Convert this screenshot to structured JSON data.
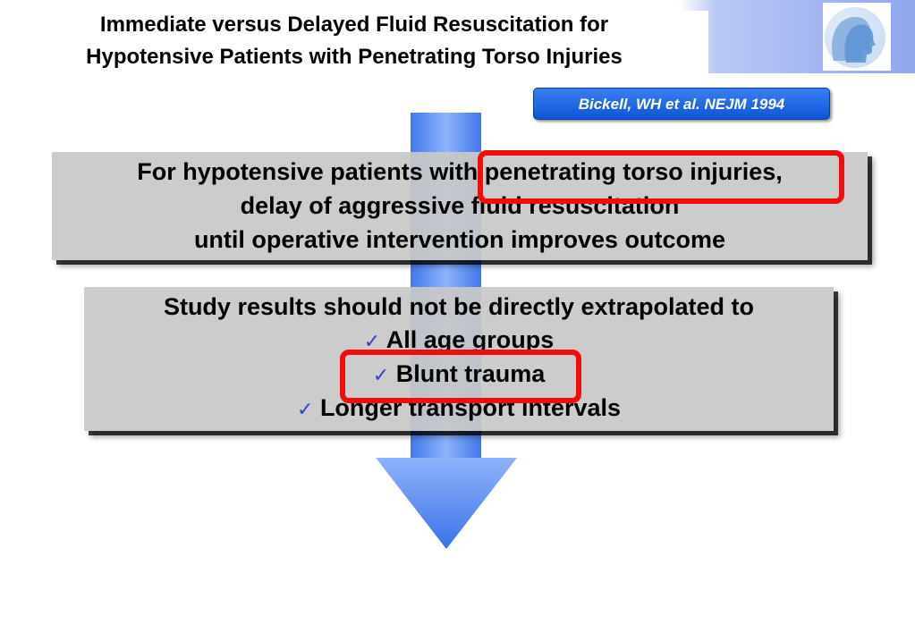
{
  "slide": {
    "title_line1": "Immediate versus Delayed Fluid Resuscitation for",
    "title_line2": "Hypotensive Patients with Penetrating Torso Injuries",
    "citation": "Bickell, WH et al. NEJM 1994",
    "conclusion_lines": [
      "For hypotensive patients with penetrating torso injuries,",
      "delay of aggressive fluid resuscitation",
      "until operative intervention improves outcome"
    ],
    "limitations_heading": "Study results should not be directly extrapolated to",
    "limitations": [
      "All age groups",
      "Blunt trauma",
      "Longer transport intervals"
    ],
    "check_mark": "✓"
  },
  "colors": {
    "highlight": "#f20d0d",
    "arrow": "#5a8ef5",
    "citation_bg": "#1560e0",
    "panel_bg": "#c8c8c8",
    "check": "#2f45c9"
  },
  "icons": {
    "logo": "head-profile-icon",
    "flow": "down-arrow-icon"
  }
}
